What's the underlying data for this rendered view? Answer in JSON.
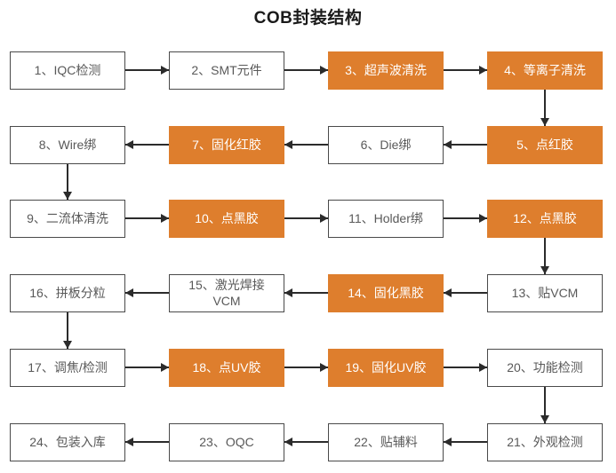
{
  "title": "COB封装结构",
  "colors": {
    "highlight_fill": "#DE7E2D",
    "highlight_text": "#FFFFFF",
    "box_fill": "#FFFFFF",
    "box_border": "#4A4A4A",
    "box_text": "#595959",
    "arrow": "#2B2B2B"
  },
  "steps": [
    {
      "id": 1,
      "label": "1、IQC检测",
      "highlighted": false
    },
    {
      "id": 2,
      "label": "2、SMT元件",
      "highlighted": false
    },
    {
      "id": 3,
      "label": "3、超声波清洗",
      "highlighted": true
    },
    {
      "id": 4,
      "label": "4、等离子清洗",
      "highlighted": true
    },
    {
      "id": 5,
      "label": "5、点红胶",
      "highlighted": true
    },
    {
      "id": 6,
      "label": "6、Die绑",
      "highlighted": false
    },
    {
      "id": 7,
      "label": "7、固化红胶",
      "highlighted": true
    },
    {
      "id": 8,
      "label": "8、Wire绑",
      "highlighted": false
    },
    {
      "id": 9,
      "label": "9、二流体清洗",
      "highlighted": false
    },
    {
      "id": 10,
      "label": "10、点黑胶",
      "highlighted": true
    },
    {
      "id": 11,
      "label": "11、Holder绑",
      "highlighted": false
    },
    {
      "id": 12,
      "label": "12、点黑胶",
      "highlighted": true
    },
    {
      "id": 13,
      "label": "13、贴VCM",
      "highlighted": false
    },
    {
      "id": 14,
      "label": "14、固化黑胶",
      "highlighted": true
    },
    {
      "id": 15,
      "label": "15、激光焊接VCM",
      "highlighted": false
    },
    {
      "id": 16,
      "label": "16、拼板分粒",
      "highlighted": false
    },
    {
      "id": 17,
      "label": "17、调焦/检测",
      "highlighted": false
    },
    {
      "id": 18,
      "label": "18、点UV胶",
      "highlighted": true
    },
    {
      "id": 19,
      "label": "19、固化UV胶",
      "highlighted": true
    },
    {
      "id": 20,
      "label": "20、功能检测",
      "highlighted": false
    },
    {
      "id": 21,
      "label": "21、外观检测",
      "highlighted": false
    },
    {
      "id": 22,
      "label": "22、贴辅料",
      "highlighted": false
    },
    {
      "id": 23,
      "label": "23、OQC",
      "highlighted": false
    },
    {
      "id": 24,
      "label": "24、包装入库",
      "highlighted": false
    }
  ]
}
